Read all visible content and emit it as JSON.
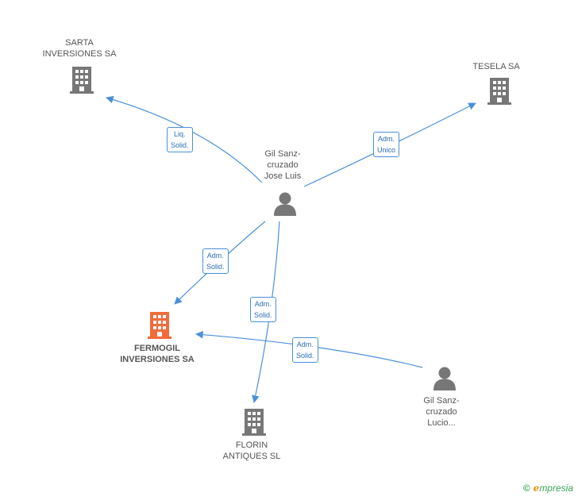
{
  "colors": {
    "edge": "#4a90d9",
    "company": "#777777",
    "focus_company": "#f26b3a",
    "person": "#777777"
  },
  "nodes": {
    "sarta": {
      "lines": [
        "SARTA",
        "INVERSIONES SA"
      ],
      "icon": "building-icon"
    },
    "tesela": {
      "lines": [
        "TESELA SA"
      ],
      "icon": "building-icon"
    },
    "jose": {
      "lines": [
        "Gil Sanz-",
        "cruzado",
        "Jose Luis"
      ],
      "icon": "person-icon"
    },
    "fermogil": {
      "lines": [
        "FERMOGIL",
        "INVERSIONES SA"
      ],
      "icon": "building-icon"
    },
    "florin": {
      "lines": [
        "FLORIN",
        "ANTIQUES  SL"
      ],
      "icon": "building-icon"
    },
    "lucio": {
      "lines": [
        "Gil Sanz-",
        "cruzado",
        "Lucio..."
      ],
      "icon": "person-icon"
    }
  },
  "edges": {
    "jose_sarta": [
      "Liq.",
      "Solid."
    ],
    "jose_tesela": [
      "Adm.",
      "Unico"
    ],
    "jose_fermogil": [
      "Adm.",
      "Solid."
    ],
    "jose_florin": [
      "Adm.",
      "Solid."
    ],
    "lucio_fermogil": [
      "Adm.",
      "Solid."
    ]
  },
  "brand": {
    "copyright": "©",
    "first_letter": "e",
    "rest": "mpresia"
  }
}
